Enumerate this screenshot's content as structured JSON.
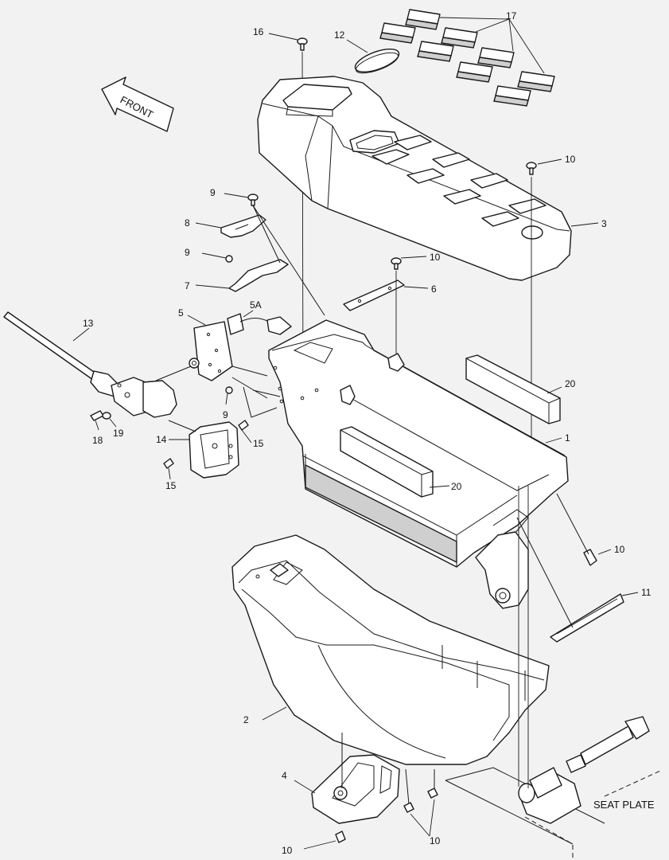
{
  "diagram": {
    "direction_label": "FRONT",
    "seat_plate_label": "SEAT PLATE",
    "callouts": {
      "c16": "16",
      "c12": "12",
      "c17": "17",
      "c10a": "10",
      "c3": "3",
      "c9a": "9",
      "c8": "8",
      "c9b": "9",
      "c7": "7",
      "c10b": "10",
      "c6": "6",
      "c5a": "5A",
      "c5": "5",
      "c13": "13",
      "c9c": "9",
      "c20a": "20",
      "c1": "1",
      "c14": "14",
      "c15a": "15",
      "c15b": "15",
      "c18": "18",
      "c19": "19",
      "c20b": "20",
      "c10c": "10",
      "c11": "11",
      "c2": "2",
      "c4": "4",
      "c10d": "10",
      "c10e": "10"
    }
  }
}
